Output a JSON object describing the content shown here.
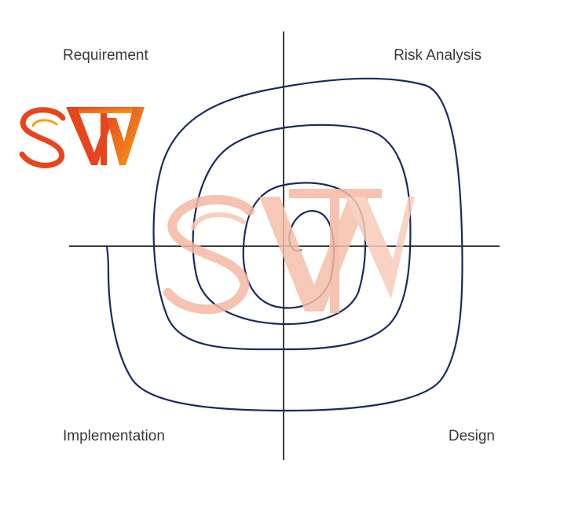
{
  "quadrants": {
    "top_left": "Requirement",
    "top_right": "Risk Analysis",
    "bottom_left": "Implementation",
    "bottom_right": "Design"
  },
  "logo": {
    "text": "SVT",
    "primary_color": "#e8451e",
    "secondary_color": "#f6a01a",
    "watermark_color": "#f5b9a3"
  },
  "colors": {
    "axis": "#3a3a3a",
    "spiral": "#1b2a5e",
    "label": "#3a3a3a"
  }
}
